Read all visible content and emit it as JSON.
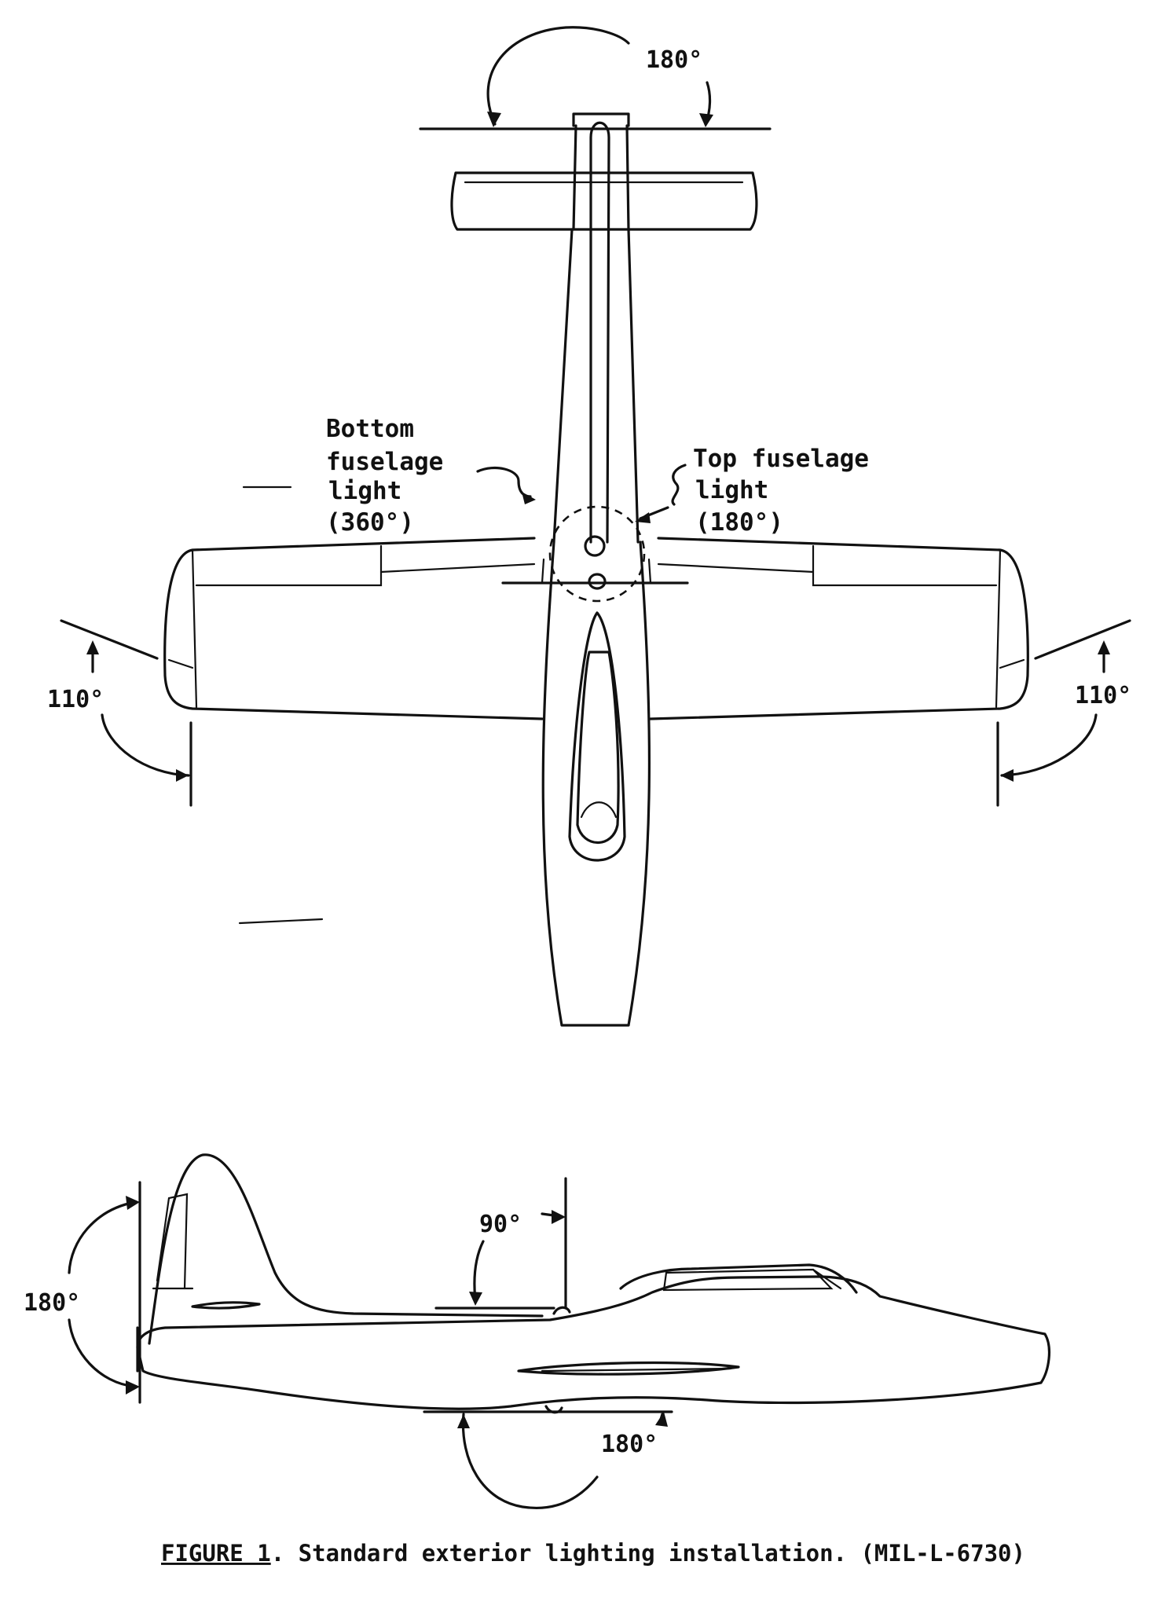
{
  "labels": {
    "bottom_light_line1": "Bottom",
    "bottom_light_line2": "fuselage",
    "bottom_light_line3": "light",
    "bottom_light_line4": "(360°)",
    "top_light_line1": "Top fuselage",
    "top_light_line2": "light",
    "top_light_line3": "(180°)"
  },
  "angles": {
    "tail_top": "180°",
    "left_wingtip": "110°",
    "right_wingtip": "110°",
    "side_tail": "180°",
    "side_top": "90°",
    "side_bottom": "180°"
  },
  "caption": {
    "figure_label": "FIGURE 1",
    "text": ".  Standard exterior lighting installation.  (MIL-L-6730)"
  }
}
